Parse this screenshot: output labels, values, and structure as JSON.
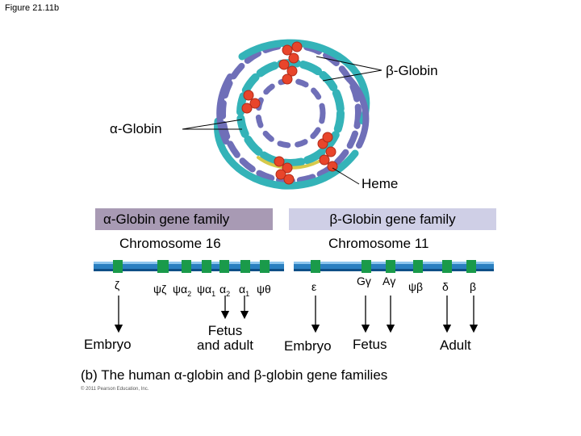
{
  "figure_label": "Figure 21.11b",
  "protein": {
    "beta_label": "β-Globin",
    "alpha_label": "α-Globin",
    "heme_label": "Heme"
  },
  "alpha_cluster": {
    "banner": "α-Globin gene family",
    "chromosome": "Chromosome 16",
    "genes": [
      "ζ",
      "ψζ",
      "ψα",
      "2",
      "ψα",
      "1",
      "α",
      "2",
      "α",
      "1",
      "ψθ"
    ]
  },
  "beta_cluster": {
    "banner": "β-Globin gene family",
    "chromosome": "Chromosome 11",
    "genes": [
      "ε",
      "Gγ",
      "Aγ",
      "ψβ",
      "δ",
      "β"
    ]
  },
  "stages": {
    "embryo_alpha": "Embryo",
    "fetus_adult": "Fetus\nand adult",
    "embryo_beta": "Embryo",
    "fetus_beta": "Fetus",
    "adult": "Adult"
  },
  "caption": "(b) The human α-globin and β-globin gene families",
  "copyright": "© 2011 Pearson Education, Inc.",
  "colors": {
    "helix_teal": "#34b3b8",
    "helix_purple": "#6f6fb8",
    "heme_red": "#e8452b",
    "chromosome_blue": "#1f77b8",
    "gene_green": "#1a9a4a",
    "alpha_banner": "#a89ab4",
    "beta_banner": "#cfcfe6"
  }
}
